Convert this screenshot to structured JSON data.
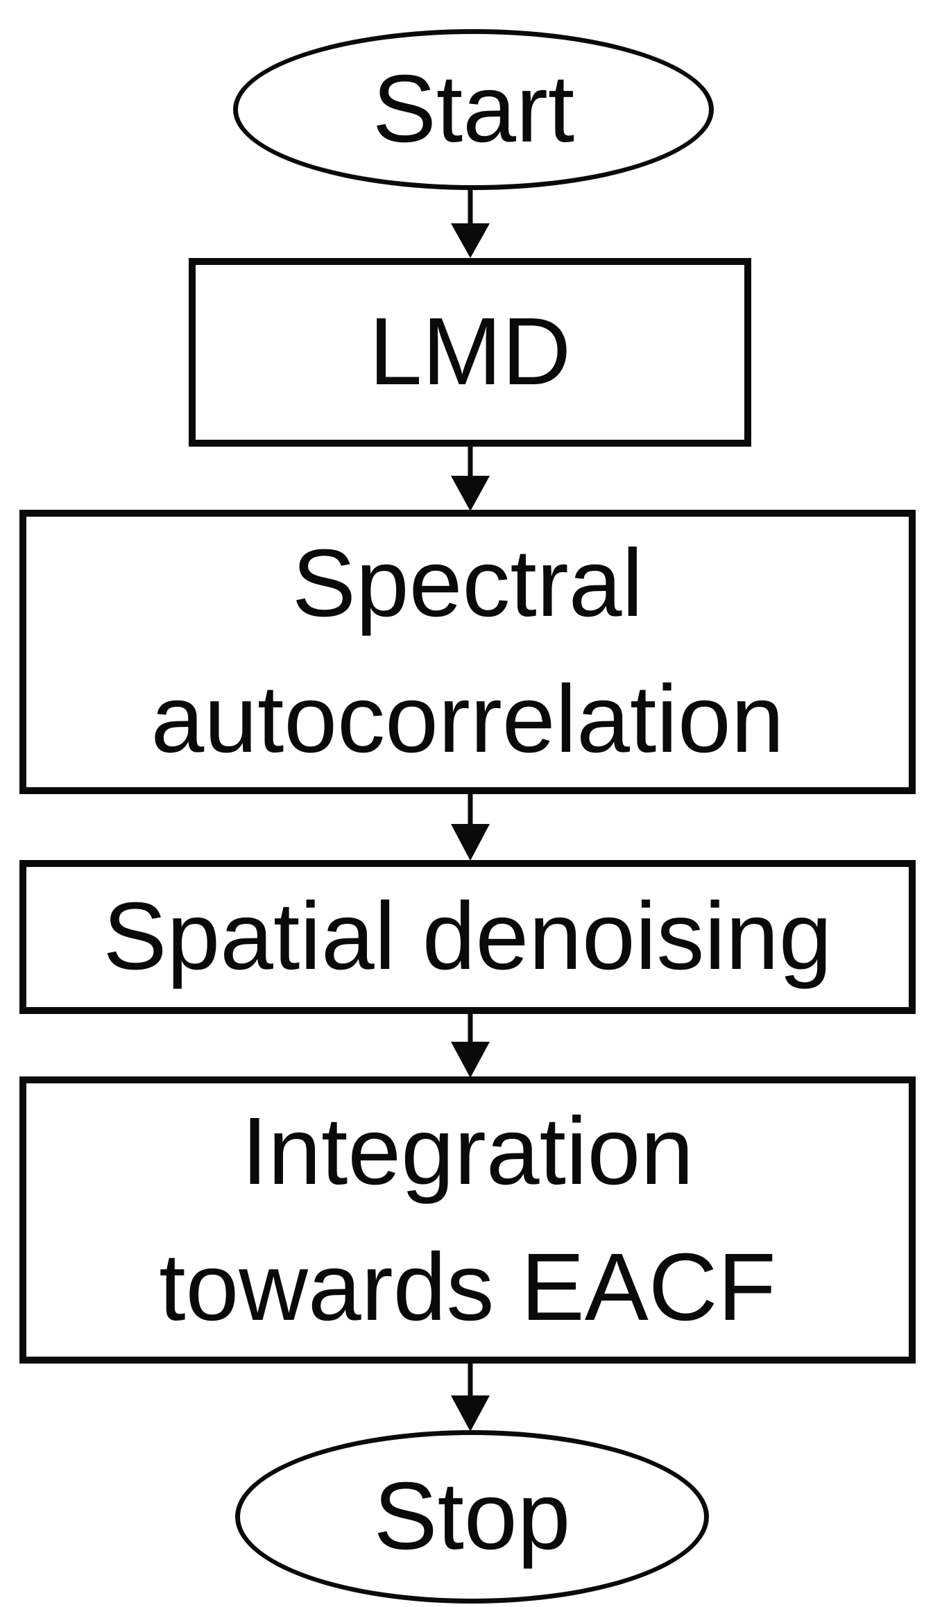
{
  "diagram": {
    "type": "flowchart",
    "direction": "top-down",
    "colors": {
      "stroke": "#0a0a0a",
      "node_fill": "#ffffff",
      "text": "#0a0a0a",
      "background": "#ffffff"
    },
    "nodes": [
      {
        "id": "start",
        "shape": "terminator",
        "label": "Start"
      },
      {
        "id": "lmd",
        "shape": "process",
        "label": "LMD"
      },
      {
        "id": "spectral-autocorrelation",
        "shape": "process",
        "label": "Spectral\nautocorrelation"
      },
      {
        "id": "spatial-denoising",
        "shape": "process",
        "label": "Spatial denoising"
      },
      {
        "id": "integration-eacf",
        "shape": "process",
        "label": "Integration\ntowards EACF"
      },
      {
        "id": "stop",
        "shape": "terminator",
        "label": "Stop"
      }
    ],
    "edges": [
      {
        "from": "start",
        "to": "lmd"
      },
      {
        "from": "lmd",
        "to": "spectral-autocorrelation"
      },
      {
        "from": "spectral-autocorrelation",
        "to": "spatial-denoising"
      },
      {
        "from": "spatial-denoising",
        "to": "integration-eacf"
      },
      {
        "from": "integration-eacf",
        "to": "stop"
      }
    ]
  }
}
